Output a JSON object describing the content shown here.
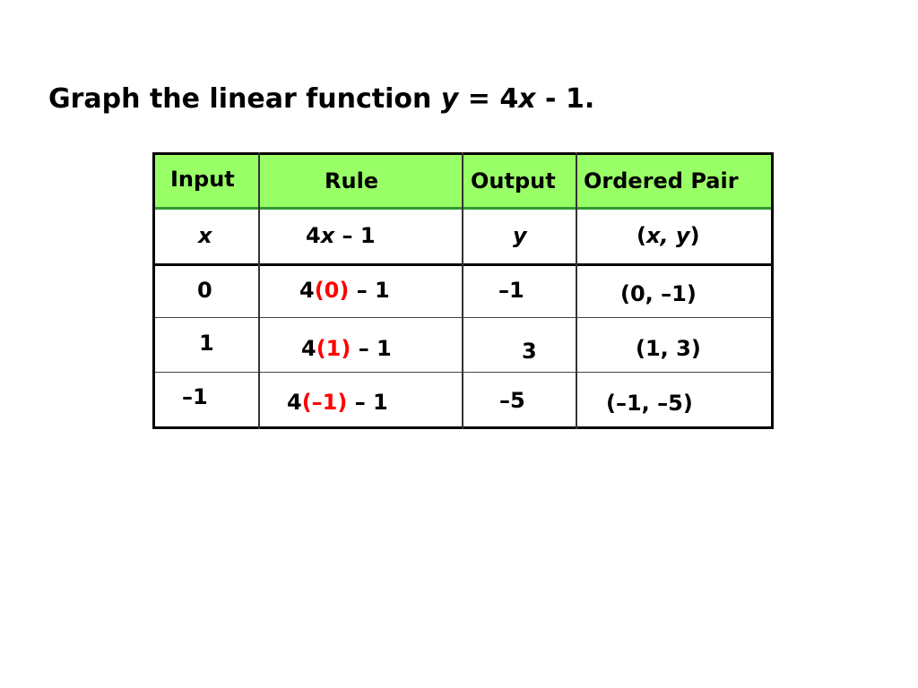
{
  "title": {
    "prefix": "Graph the linear function ",
    "y": "y",
    "equals": " = 4",
    "x": "x",
    "suffix": " - 1."
  },
  "table": {
    "headers": [
      "Input",
      "Rule",
      "Output",
      "Ordered Pair"
    ],
    "var_row": {
      "input": "x",
      "rule_pre": "4",
      "rule_var": "x",
      "rule_post": " – 1",
      "output": "y",
      "pair_open": "(",
      "pair_vars": "x, y",
      "pair_close": ")"
    },
    "rows": [
      {
        "input": "0",
        "rule_pre": "4",
        "rule_sub": "(0)",
        "rule_post": " – 1",
        "output": "–1",
        "pair": "(0, –1)"
      },
      {
        "input": "1",
        "rule_pre": "4",
        "rule_sub": "(1)",
        "rule_post": " – 1",
        "output": "3",
        "pair": "(1, 3)"
      },
      {
        "input": "–1",
        "rule_pre": "4",
        "rule_sub": "(–1)",
        "rule_post": " – 1",
        "output": "–5",
        "pair": "(–1, –5)"
      }
    ]
  },
  "colors": {
    "header_bg": "#99ff66",
    "header_border": "#339933",
    "substitution_red": "#ff0000"
  }
}
